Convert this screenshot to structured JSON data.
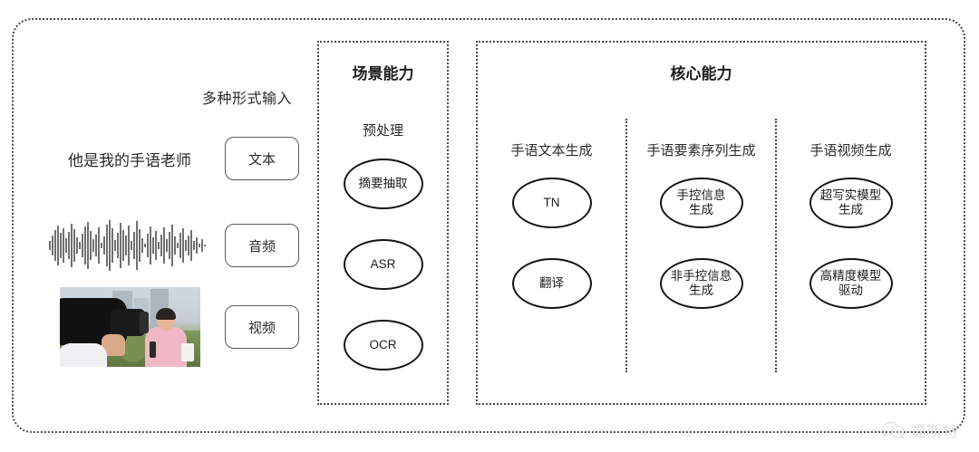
{
  "input_panel": {
    "caption": "多种形式输入",
    "rows": [
      {
        "sample_type": "text",
        "sample_text": "他是我的手语老师",
        "pill_label": "文本"
      },
      {
        "sample_type": "waveform",
        "sample_text": "",
        "pill_label": "音频"
      },
      {
        "sample_type": "thumbnail",
        "sample_text": "",
        "pill_label": "视频"
      }
    ]
  },
  "scene_panel": {
    "title": "场景能力",
    "subtitle": "预处理",
    "nodes": [
      "摘要抽取",
      "ASR",
      "OCR"
    ]
  },
  "core_panel": {
    "title": "核心能力",
    "columns": [
      {
        "header": "手语文本生成",
        "nodes": [
          "TN",
          "翻译"
        ]
      },
      {
        "header": "手语要素序列生成",
        "nodes": [
          "手控信息\n生成",
          "非手控信息\n生成"
        ]
      },
      {
        "header": "手语视频生成",
        "nodes": [
          "超写实模型\n生成",
          "高精度模型\n驱动"
        ]
      }
    ]
  },
  "watermark": {
    "text": "福斯特",
    "icon": "wechat-icon"
  },
  "colors": {
    "frame": "#4a4a4a",
    "node_stroke": "#141414",
    "text": "#2b2b2b",
    "watermark": "#9a9a9a"
  }
}
